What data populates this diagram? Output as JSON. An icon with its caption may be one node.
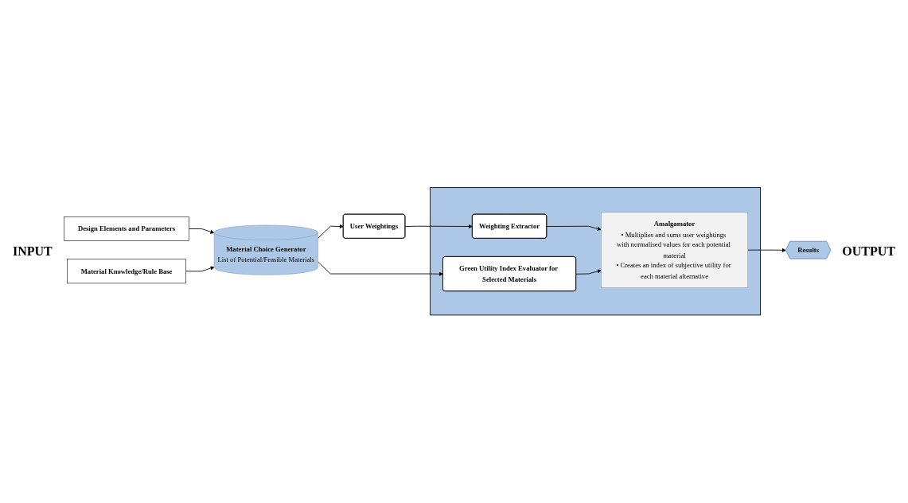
{
  "diagram": {
    "nodes": [
      {
        "text": [
          "Design Elements and Parameters"
        ]
      },
      {
        "text": [
          "Material Knowledge/Rule Base"
        ]
      },
      {
        "text": [
          "Material Choice Generator",
          "List of Potential/Feasible Materials"
        ]
      },
      {
        "text": [
          "User Weightings"
        ]
      },
      {
        "text": [],
        "shape": "box"
      },
      {
        "text": [
          "Weighting Extractor"
        ],
        "in": 4
      },
      {
        "text": [
          "Amalgamator",
          "• Multiplies and sums user weightings with normalised values for each potential material",
          "• Creates an index of subjective utility for each material alternative"
        ],
        "in": 4
      },
      {
        "text": [
          "Green Utility Index Evaluator for Selected Materials"
        ],
        "in": 4
      },
      {
        "text": [
          "Results"
        ]
      }
    ],
    "edges": [
      {
        "from": 0,
        "to": 2,
        "arrow": "to"
      },
      {
        "from": 1,
        "to": 2,
        "arrow": "to"
      },
      {
        "from": 2,
        "to": 3,
        "arrow": "to"
      },
      {
        "from": 3,
        "to": 5,
        "arrow": "to"
      },
      {
        "from": 5,
        "to": 6,
        "arrow": "to"
      },
      {
        "from": 2,
        "to": 7,
        "arrow": "to"
      },
      {
        "from": 7,
        "to": 6,
        "arrow": "to"
      },
      {
        "from": 6,
        "to": 8,
        "arrow": "to"
      }
    ],
    "labels": [
      "INPUT",
      "OUTPUT"
    ]
  }
}
